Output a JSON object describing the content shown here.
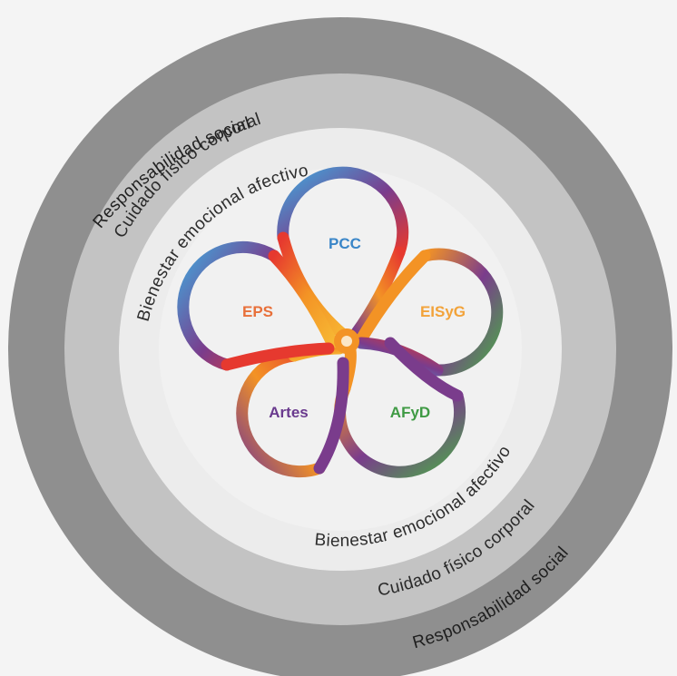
{
  "rings": {
    "outer": {
      "label": "Responsabilidad social",
      "color": "#8f8f8f"
    },
    "middle": {
      "label": "Cuidado físico corporal",
      "color": "#c3c3c3"
    },
    "inner": {
      "label": "Bienestar emocional afectivo",
      "color": "#ececec"
    }
  },
  "petals": [
    {
      "label": "PCC",
      "color": "#3a86c8",
      "icon": "pcc-petal-icon"
    },
    {
      "label": "EISyG",
      "color": "#f2a33a",
      "icon": "eisyg-petal-icon"
    },
    {
      "label": "AFyD",
      "color": "#3f9a44",
      "icon": "afyd-petal-icon"
    },
    {
      "label": "Artes",
      "color": "#6a3a8e",
      "icon": "artes-petal-icon"
    },
    {
      "label": "EPS",
      "color": "#e8703a",
      "icon": "eps-petal-icon"
    }
  ],
  "palette": {
    "red": "#e6392f",
    "orange": "#f39325",
    "purple": "#7a3c8c",
    "blue": "#41a7dc",
    "green": "#4aa947",
    "page_background": "#f4f4f4"
  }
}
